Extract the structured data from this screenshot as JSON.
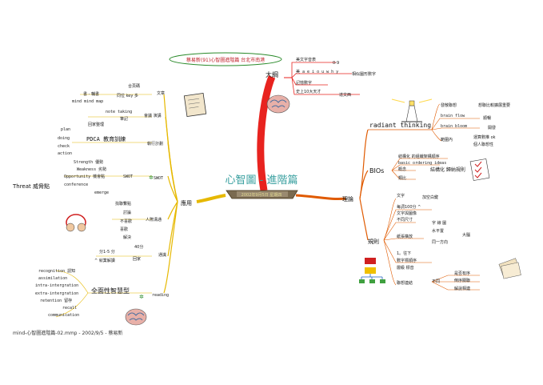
{
  "banner": "蔡易新(91)心智圖進階篇 台北市南港",
  "center": {
    "title": "心智圖 - 進階篇",
    "subtitle": "2002年9月5日 星期四"
  },
  "branches": {
    "dagang": {
      "label": "大綱",
      "items": [
        "美文字音表",
        "0-9",
        "美 a e i o u w h y",
        "相似圖形數字",
        "記憶數字",
        "史上10大天才",
        "達文西"
      ]
    },
    "lilun": {
      "label": "理論",
      "radiant": "radiant  thinking",
      "radiant_items": [
        "發散聯想",
        "想聯比較擴展重要",
        "brain  flow",
        "順暢",
        "brain  bloom",
        "開發",
        "範圍內",
        "運算數推 ok",
        "個人聯想性"
      ],
      "bios": "BIOs",
      "bios_items": [
        "結構化 的組織架構順序",
        "basic ordering ideas",
        "概念",
        "類比",
        "結構化 歸納規則"
      ],
      "guize": "規則",
      "guize_items": [
        "文字",
        "加空白鍵",
        "每詞100分 ^",
        "文字與圖像",
        "不同尺寸",
        "字 線 圖",
        "紙張橫放",
        "水平置",
        "大腦",
        "同一方向",
        "1。往下",
        "數字標順序",
        "層級 標音",
        "聯想連結",
        "不同",
        "是否有序",
        "倒序關聯",
        "解說相連"
      ]
    },
    "yingyong": {
      "label": "應用",
      "wenzhang": {
        "label": "文章",
        "items": [
          "合頁碼",
          "同位 key 多",
          "書 - 輔書",
          "mind mind map"
        ]
      },
      "huiyi": {
        "label": "會議 演講",
        "items": [
          "note taking",
          "筆記",
          "回家整理"
        ]
      },
      "pdca": {
        "label": "PDCA 教育訓練",
        "items": [
          "plan",
          "doing",
          "check",
          "action",
          "執行計劃"
        ]
      },
      "swot": {
        "label": "SWOT",
        "items": [
          "Strength 優勢",
          "Weakness 劣勢",
          "Opportunity 機會點",
          "conference",
          "emerge"
        ]
      },
      "threat": "Threat 威脅點",
      "renji": {
        "label": "人際溝通",
        "items": [
          "找聯繫點",
          "討論",
          "不喜歡",
          "喜歡",
          "解決"
        ]
      },
      "tongyu": {
        "label": "通識",
        "items": [
          "40分",
          "分1-5 分",
          "^ 就業解讀",
          "回家"
        ]
      },
      "reading": {
        "label": "reading",
        "items": [
          "全面性智慧型",
          "recognition 認知",
          "assimilation",
          "intra-intergration",
          "extra-intergration",
          "retention 留存",
          "recall",
          "communication"
        ]
      }
    }
  },
  "footer": "mind-心智圖進階篇-02.mmp - 2002/9/5 - 蔡易新",
  "colors": {
    "center_branch": "#e8231f",
    "theory": "#e05a00",
    "application": "#e6b800",
    "outline": "#cc1111"
  }
}
